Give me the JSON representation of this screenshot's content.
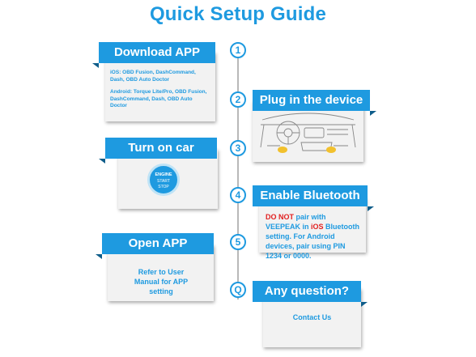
{
  "title": "Quick Setup Guide",
  "colors": {
    "accent": "#1e9ae0",
    "warning": "#e11f1f"
  },
  "steps": [
    {
      "number": "1",
      "banner": "Download APP",
      "ios_text": "iOS: OBD Fusion, DashCommand, Dash, OBD Auto Doctor",
      "android_text": "Android: Torque Lite/Pro, OBD Fusion, DashCommand, Dash, OBD Auto Doctor"
    },
    {
      "number": "2",
      "banner": "Plug in the device",
      "image_icon": "car-dashboard-icon"
    },
    {
      "number": "3",
      "banner": "Turn on car",
      "button": {
        "engine": "ENGINE",
        "start": "START",
        "stop": "STOP"
      }
    },
    {
      "number": "4",
      "banner": "Enable Bluetooth",
      "text": {
        "do_not": "DO NOT",
        "part1": " pair with VEEPEAK in ",
        "ios": "iOS",
        "part2": " Bluetooth setting. For Android devices, pair using PIN 1234 or 0000."
      }
    },
    {
      "number": "5",
      "banner": "Open APP",
      "text": "Refer to User Manual for APP setting"
    },
    {
      "number": "Q",
      "banner": "Any question?",
      "text": "Contact Us"
    }
  ]
}
